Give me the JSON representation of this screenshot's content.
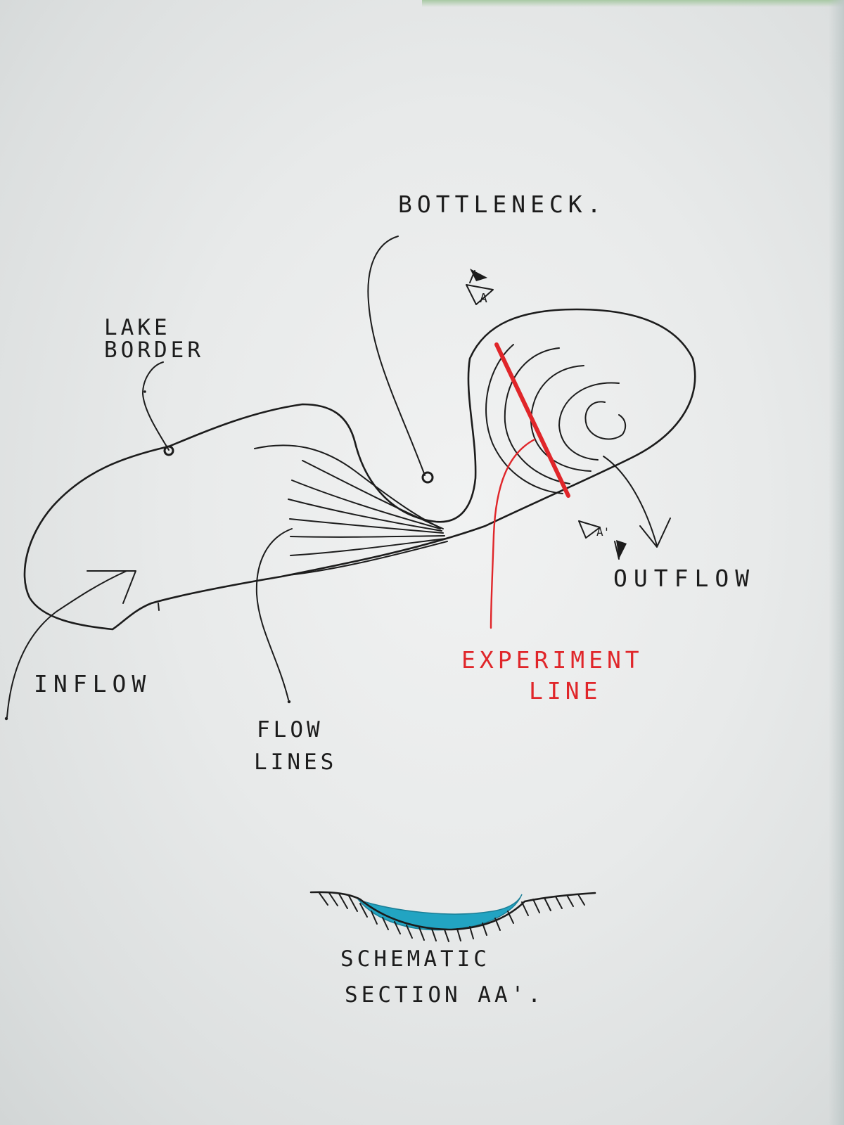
{
  "labels": {
    "bottleneck": "BOTTLENECK.",
    "lake_border_line1": "LAKE",
    "lake_border_line2": "BORDER",
    "inflow": "INFLOW",
    "flow_lines_line1": "FLOW",
    "flow_lines_line2": "LINES",
    "outflow": "OUTFLOW",
    "experiment_line_line1": "EXPERIMENT",
    "experiment_line_line2": "LINE",
    "section_marker_a": "A",
    "section_marker_a_prime": "A'",
    "schematic_line1": "SCHEMATIC",
    "schematic_line2": "SECTION AA'."
  },
  "colors": {
    "ink": "#1c1c1c",
    "experiment_line": "#e0262a",
    "water": "#22a4c2"
  }
}
